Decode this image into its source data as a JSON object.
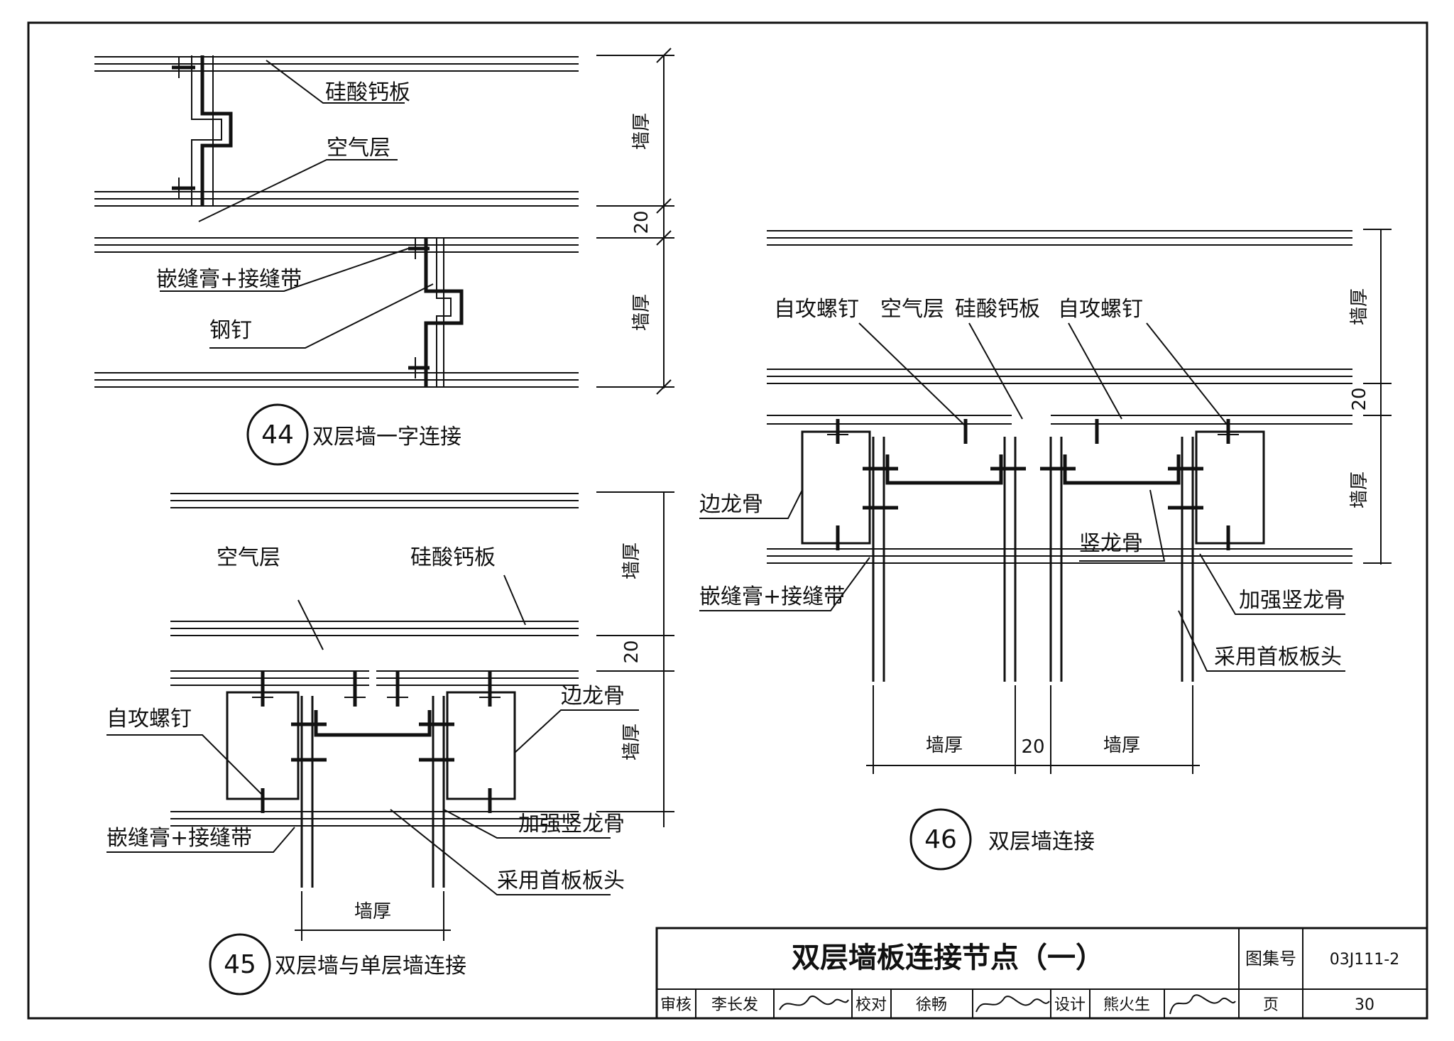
{
  "detail44": {
    "number": "44",
    "title": "双层墙一字连接",
    "labels": {
      "silicate_board": "硅酸钙板",
      "air_layer": "空气层",
      "joint": "嵌缝膏+接缝带",
      "steel_nail": "钢钉"
    },
    "dims": {
      "wall_thickness_1": "墙厚",
      "gap": "20",
      "wall_thickness_2": "墙厚"
    }
  },
  "detail45": {
    "number": "45",
    "title": "双层墙与单层墙连接",
    "labels": {
      "air_layer": "空气层",
      "silicate_board": "硅酸钙板",
      "screw": "自攻螺钉",
      "edge_keel": "边龙骨",
      "joint": "嵌缝膏+接缝带",
      "reinforced_stud": "加强竖龙骨",
      "board_head": "采用首板板头"
    },
    "dims": {
      "wall_thickness_1": "墙厚",
      "gap": "20",
      "wall_thickness_2": "墙厚",
      "wall_thickness_bottom": "墙厚"
    }
  },
  "detail46": {
    "number": "46",
    "title": "双层墙连接",
    "labels": {
      "screw_left": "自攻螺钉",
      "air_layer": "空气层",
      "silicate_board": "硅酸钙板",
      "screw_right": "自攻螺钉",
      "edge_keel": "边龙骨",
      "stud": "竖龙骨",
      "joint": "嵌缝膏+接缝带",
      "reinforced_stud": "加强竖龙骨",
      "board_head": "采用首板板头"
    },
    "dims": {
      "wall_thickness_1": "墙厚",
      "gap": "20",
      "wall_thickness_2": "墙厚",
      "bottom_left": "墙厚",
      "bottom_gap": "20",
      "bottom_right": "墙厚"
    }
  },
  "title_block": {
    "main_title": "双层墙板连接节点（一）",
    "atlas_label": "图集号",
    "atlas_number": "03J111-2",
    "review_label": "审核",
    "reviewer": "李长发",
    "check_label": "校对",
    "checker": "徐畅",
    "design_label": "设计",
    "designer": "熊火生",
    "page_label": "页",
    "page_number": "30"
  }
}
